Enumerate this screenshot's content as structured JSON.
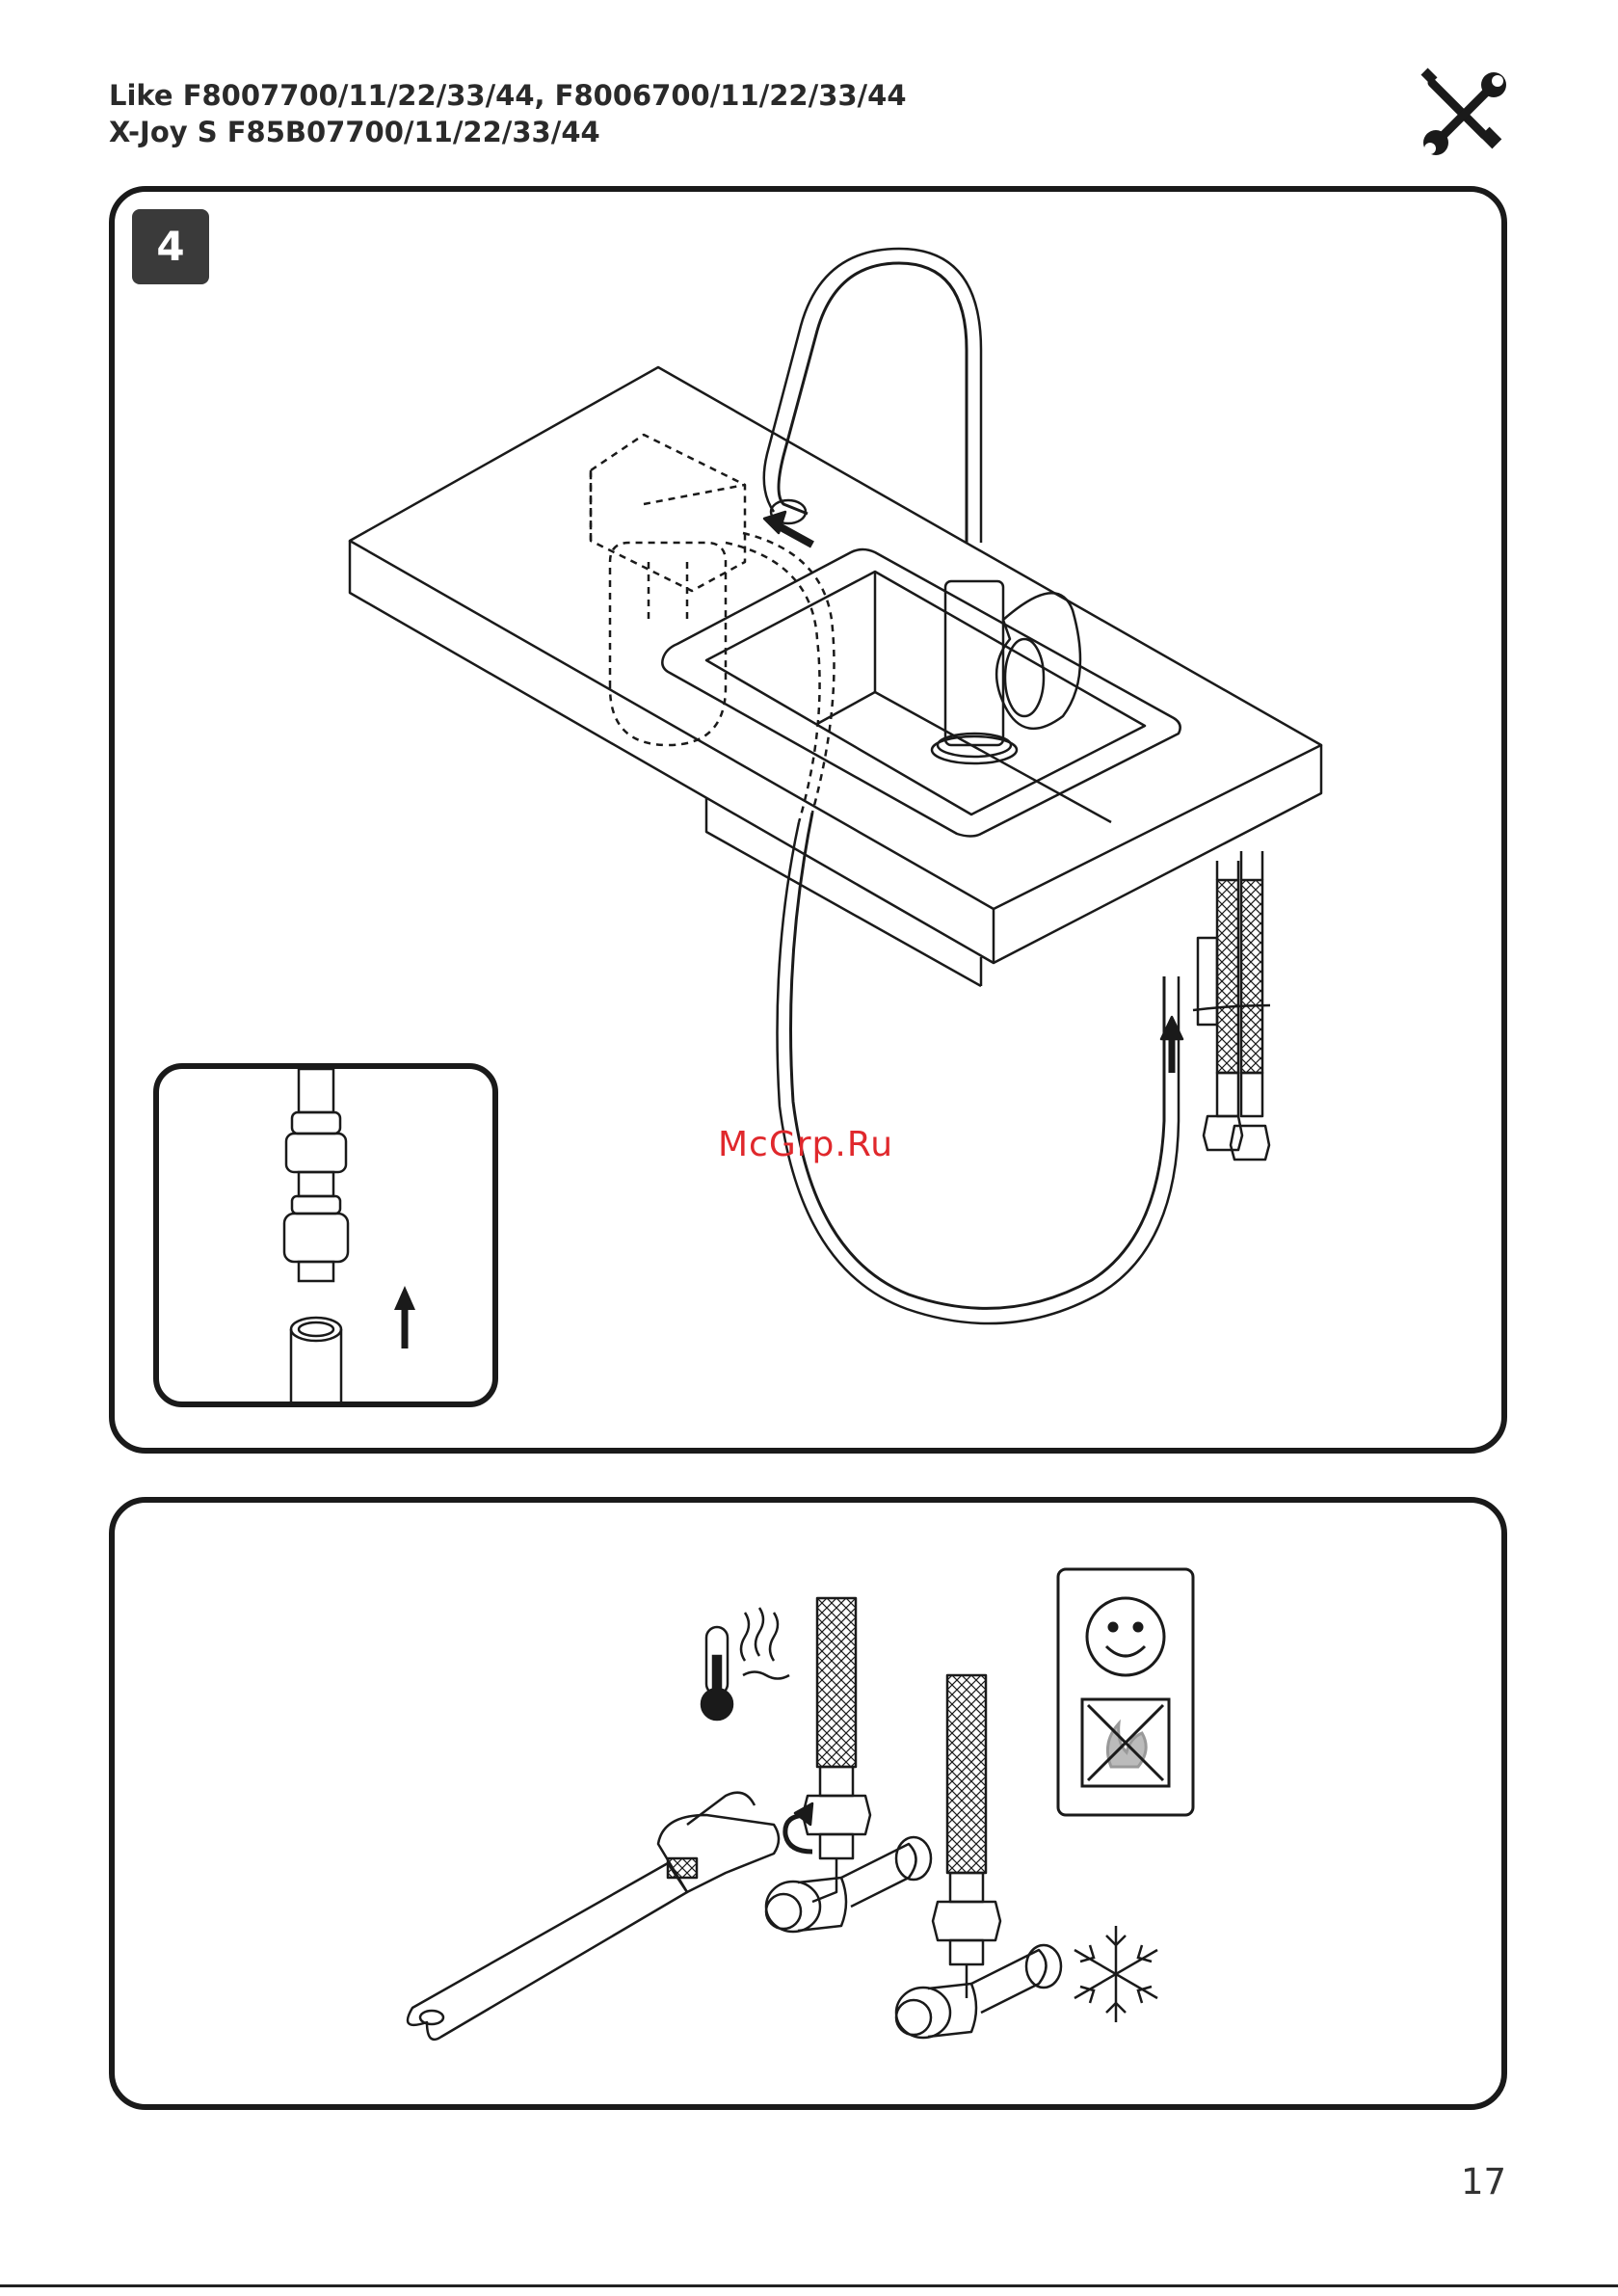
{
  "header": {
    "line1": "Like F8007700/11/22/33/44, F8006700/11/22/33/44",
    "line2": "X-Joy S F85B07700/11/22/33/44"
  },
  "step": {
    "number": "4"
  },
  "watermark": {
    "text": "McGrp.Ru"
  },
  "page": {
    "number": "17"
  },
  "icons": {
    "header": "wrench-screwdriver-icon",
    "hot": "thermometer-heat-icon",
    "cold": "snowflake-icon",
    "ok": "smiley-face-icon",
    "no": "crossed-flame-icon"
  },
  "colors": {
    "line": "#1a1a1a",
    "badge": "#3a3a3a",
    "watermark": "#e0282c"
  }
}
